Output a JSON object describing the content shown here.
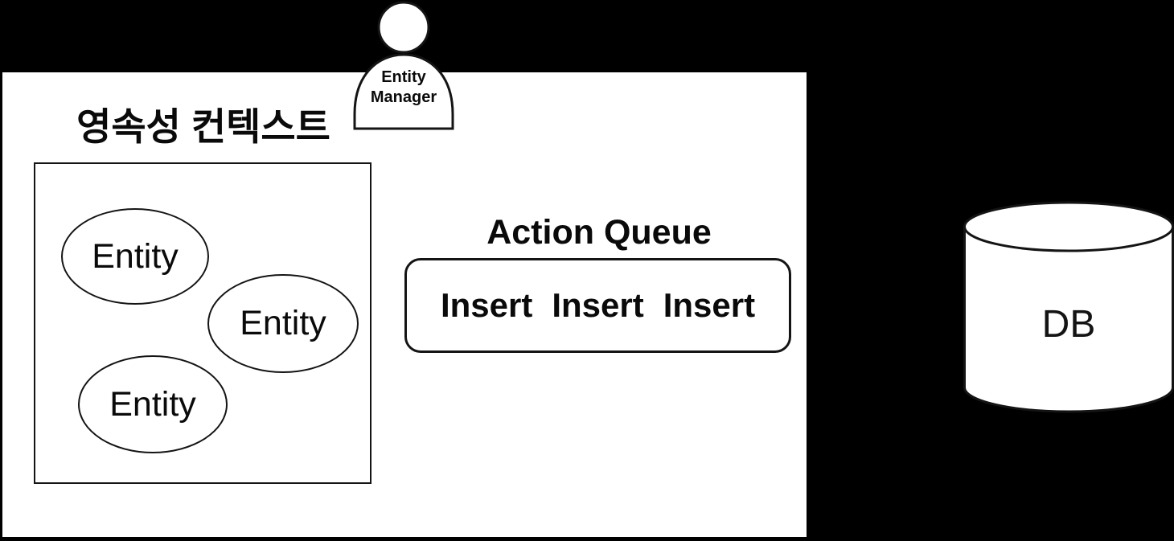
{
  "scene": {
    "background_color": "#000000",
    "panel_color": "#ffffff",
    "stroke_color": "#141414"
  },
  "persistence_context": {
    "title": "영속성 컨텍스트",
    "entities": [
      "Entity",
      "Entity",
      "Entity"
    ]
  },
  "entity_manager": {
    "line1": "Entity",
    "line2": "Manager"
  },
  "action_queue": {
    "title": "Action Queue",
    "items": [
      "Insert",
      "Insert",
      "Insert"
    ]
  },
  "database": {
    "label": "DB"
  }
}
